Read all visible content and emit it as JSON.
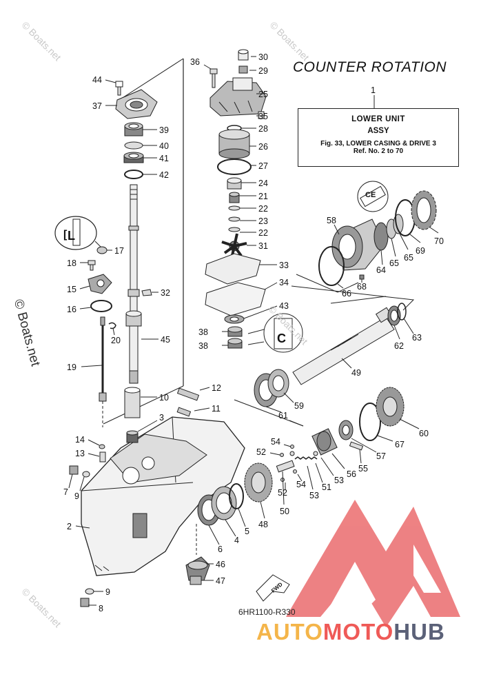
{
  "title": "COUNTER ROTATION",
  "infobox": {
    "callout_number": "1",
    "line1": "LOWER UNIT",
    "line2": "ASSY",
    "line3": "Fig. 33, LOWER CASING & DRIVE 3",
    "line4": "Ref. No. 2 to 70"
  },
  "reference_code": "6HR1100-R330",
  "fwd_label": "FWD",
  "watermark_text": "© Boats.net",
  "side_watermark_text": "© Boats.net",
  "brand": {
    "part1": "AUTO",
    "part2": "MOTO",
    "part3": "HUB",
    "colors": {
      "auto": "#f4b54a",
      "moto": "#ef5a57",
      "hub": "#5b6178",
      "logo": "#e8585a"
    }
  },
  "callouts": [
    "30",
    "29",
    "25",
    "35",
    "28",
    "26",
    "27",
    "24",
    "21",
    "22",
    "23",
    "22",
    "31",
    "33",
    "34",
    "43",
    "38",
    "38",
    "36",
    "44",
    "37",
    "39",
    "40",
    "41",
    "42",
    "17",
    "18",
    "15",
    "16",
    "32",
    "20",
    "19",
    "45",
    "12",
    "10",
    "11",
    "3",
    "14",
    "13",
    "7",
    "9",
    "2",
    "9",
    "8",
    "6",
    "4",
    "5",
    "48",
    "46",
    "47",
    "50",
    "52",
    "54",
    "52",
    "54",
    "53",
    "51",
    "53",
    "56",
    "55",
    "57",
    "67",
    "60",
    "49",
    "61",
    "59",
    "62",
    "63",
    "58",
    "66",
    "68",
    "64",
    "65",
    "65",
    "69",
    "70"
  ]
}
